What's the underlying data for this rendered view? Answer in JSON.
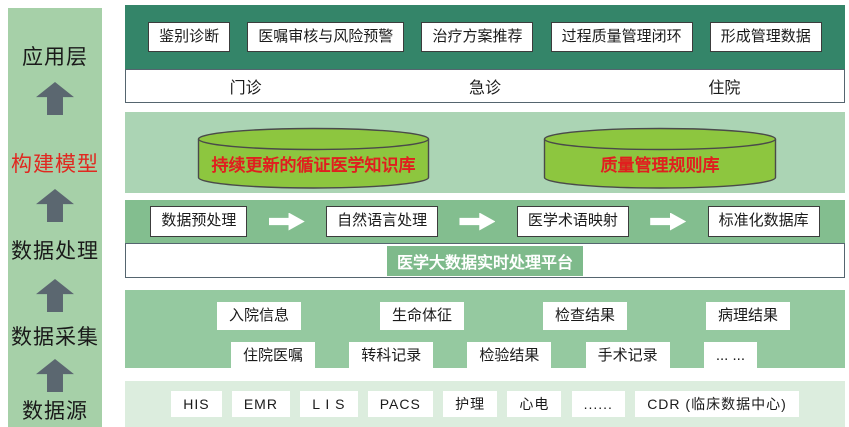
{
  "sidebar": {
    "items": [
      {
        "label": "应用层"
      },
      {
        "label": "构建模型"
      },
      {
        "label": "数据处理"
      },
      {
        "label": "数据采集"
      },
      {
        "label": "数据源"
      }
    ]
  },
  "application_layer": {
    "boxes": [
      "鉴别诊断",
      "医嘱审核与风险预警",
      "治疗方案推荐",
      "过程质量管理闭环",
      "形成管理数据"
    ],
    "channels": [
      "门诊",
      "急诊",
      "住院"
    ]
  },
  "model_layer": {
    "cylinders": [
      "持续更新的循证医学知识库",
      "质量管理规则库"
    ]
  },
  "processing_layer": {
    "steps": [
      "数据预处理",
      "自然语言处理",
      "医学术语映射",
      "标准化数据库"
    ],
    "platform": "医学大数据实时处理平台"
  },
  "collection_layer": {
    "row1": [
      "入院信息",
      "生命体征",
      "检查结果",
      "病理结果"
    ],
    "row2": [
      "住院医嘱",
      "转科记录",
      "检验结果",
      "手术记录",
      "... ..."
    ]
  },
  "source_layer": {
    "systems": [
      "HIS",
      "EMR",
      "L I S",
      "PACS",
      "护理",
      "心电",
      "......",
      "CDR (临床数据中心)"
    ]
  },
  "colors": {
    "sidebar_bg": "#a6d0a8",
    "arrow": "#5b6770",
    "band_app": "#348569",
    "band_knowledge": "#abd4b4",
    "band_processing": "#83be8f",
    "band_collection": "#95c9a0",
    "band_sources": "#dcedde",
    "cylinder_fill": "#8dc63f",
    "red_text": "#e01f1f",
    "platform_green": "#7eba8b"
  }
}
